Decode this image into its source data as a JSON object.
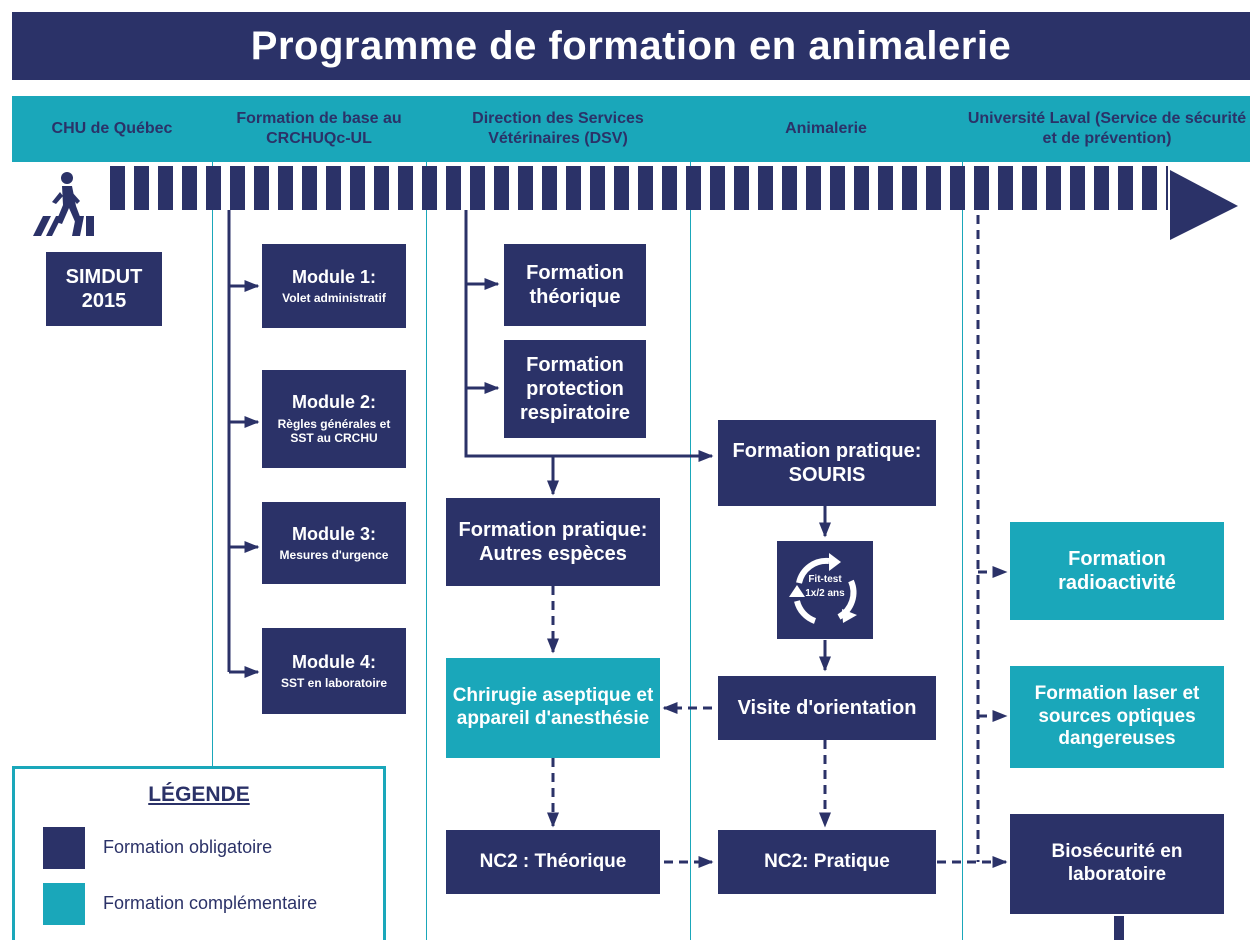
{
  "title": "Programme de formation en animalerie",
  "lanes": [
    "CHU de Québec",
    "Formation de base au CRCHUQc-UL",
    "Direction des Services Vétérinaires (DSV)",
    "Animalerie",
    "Université Laval (Service de sécurité et de prévention)"
  ],
  "boxes": {
    "simdut": "SIMDUT 2015",
    "module1_title": "Module 1:",
    "module1_sub": "Volet administratif",
    "module2_title": "Module 2:",
    "module2_sub": "Règles générales et SST au CRCHU",
    "module3_title": "Module 3:",
    "module3_sub": "Mesures d'urgence",
    "module4_title": "Module 4:",
    "module4_sub": "SST en laboratoire",
    "formation_theorique": "Formation théorique",
    "formation_protection": "Formation protection respiratoire",
    "pratique_souris": "Formation pratique: SOURIS",
    "pratique_autres": "Formation pratique: Autres espèces",
    "fit_test_1": "Fit-test",
    "fit_test_2": "1x/2 ans",
    "chirurgie": "Chrirugie aseptique et appareil d'anesthésie",
    "visite": "Visite d'orientation",
    "nc2_theorique": "NC2 : Théorique",
    "nc2_pratique": "NC2: Pratique",
    "radioactivite": "Formation radioactivité",
    "laser": "Formation laser et sources optiques dangereuses",
    "biosecurite": "Biosécurité en laboratoire"
  },
  "legend": {
    "title": "LÉGENDE",
    "mandatory": "Formation obligatoire",
    "complementary": "Formation complémentaire"
  },
  "colors": {
    "dark": "#2b3268",
    "teal": "#1aa7ba"
  }
}
